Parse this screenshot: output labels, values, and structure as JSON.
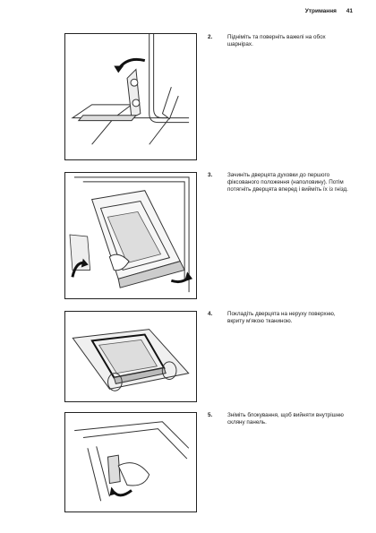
{
  "header": {
    "section_title": "Утримання",
    "page_number": "41"
  },
  "steps": [
    {
      "number": "2.",
      "text": "Підніміть та поверніть важелі на обох шарнірах."
    },
    {
      "number": "3.",
      "text": "Зачиніть дверцята духовки до першого фіксованого положення (наполовину). Потім потягніть дверцята вперед і вийміть їх із гнізд."
    },
    {
      "number": "4.",
      "text": "Покладіть дверцята на неруху поверхню, вкриту м'якою тканиною."
    },
    {
      "number": "5.",
      "text": "Зніміть блокування, щоб вийняти внутрішню скляну панель."
    }
  ]
}
